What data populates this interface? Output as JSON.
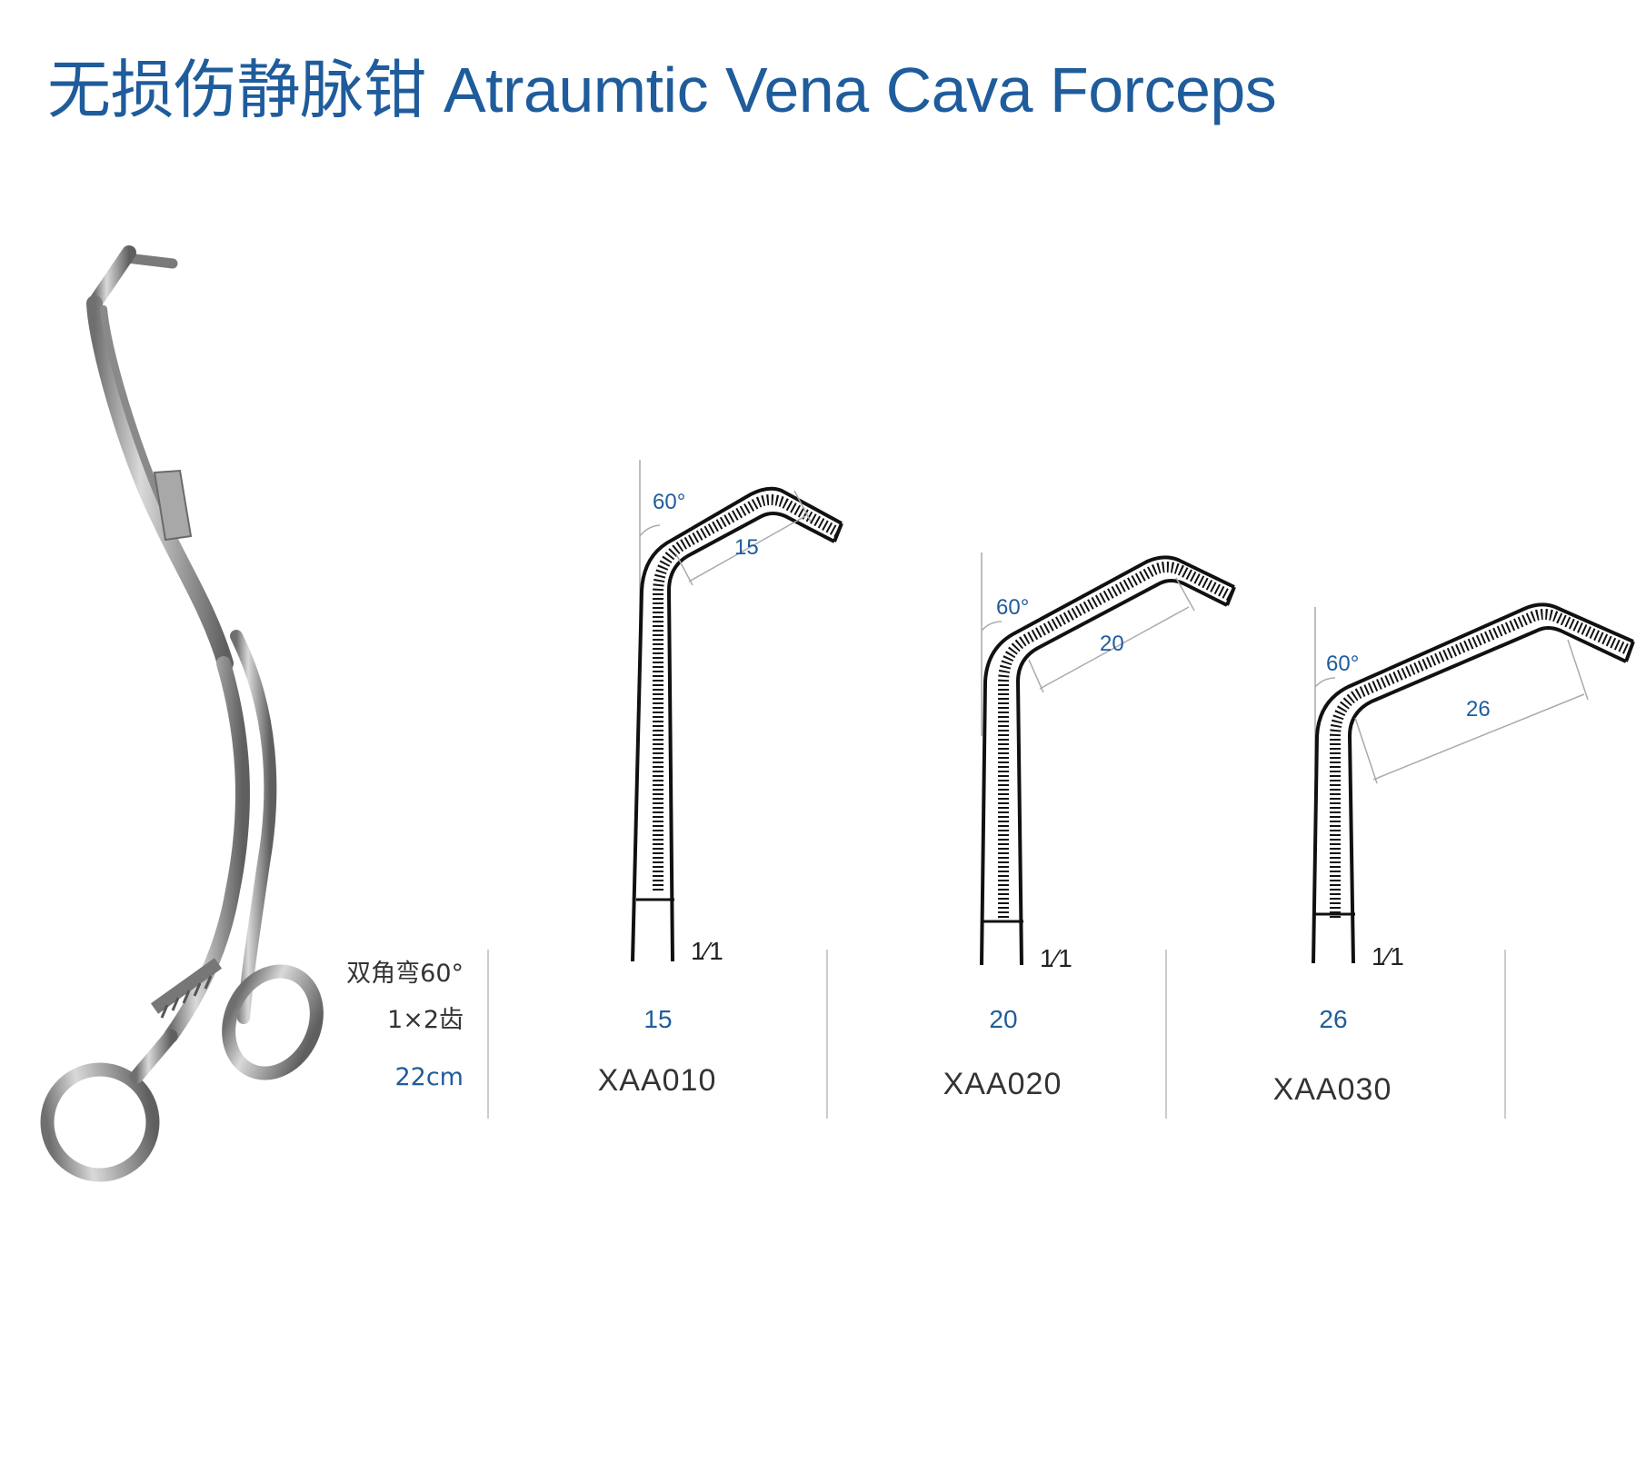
{
  "title": "无损伤静脉钳 Atraumtic Vena Cava Forceps",
  "colors": {
    "brand_blue": "#1f5c9c",
    "text_dark": "#333333",
    "divider": "#cccccc"
  },
  "specs": {
    "angle": "双角弯60°",
    "teeth": "1×2齿",
    "length": "22cm"
  },
  "products": [
    {
      "angle_label": "60°",
      "jaw_dim": "15",
      "ratio": "1⁄1",
      "size": "15",
      "code": "XAA010"
    },
    {
      "angle_label": "60°",
      "jaw_dim": "20",
      "ratio": "1⁄1",
      "size": "20",
      "code": "XAA020"
    },
    {
      "angle_label": "60°",
      "jaw_dim": "26",
      "ratio": "1⁄1",
      "size": "26",
      "code": "XAA030"
    }
  ]
}
